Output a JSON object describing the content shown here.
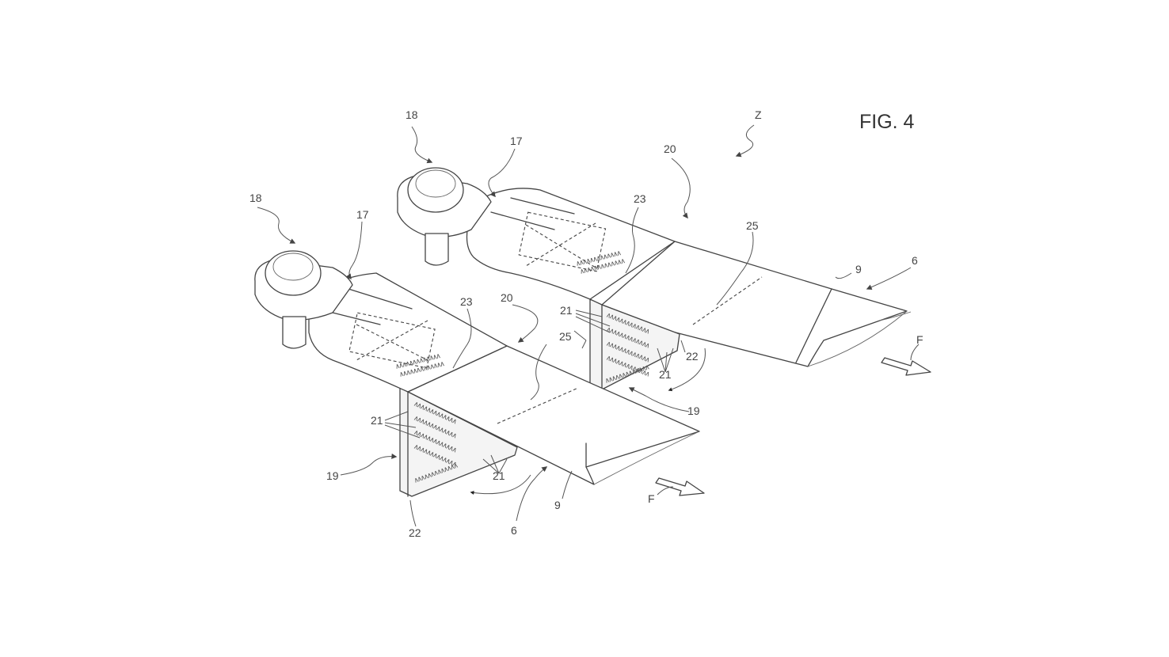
{
  "figure": {
    "title": "FIG. 4"
  },
  "labels": {
    "z": "Z",
    "n18": "18",
    "n17": "17",
    "n20": "20",
    "n23": "23",
    "n25": "25",
    "n9": "9",
    "n6": "6",
    "n21": "21",
    "n22": "22",
    "n19": "19",
    "f": "F"
  },
  "stitch_pattern": "∧∧∧∧∧∧∧∧∧∧∧∧∧",
  "colors": {
    "line": "#444444",
    "background": "#ffffff"
  }
}
